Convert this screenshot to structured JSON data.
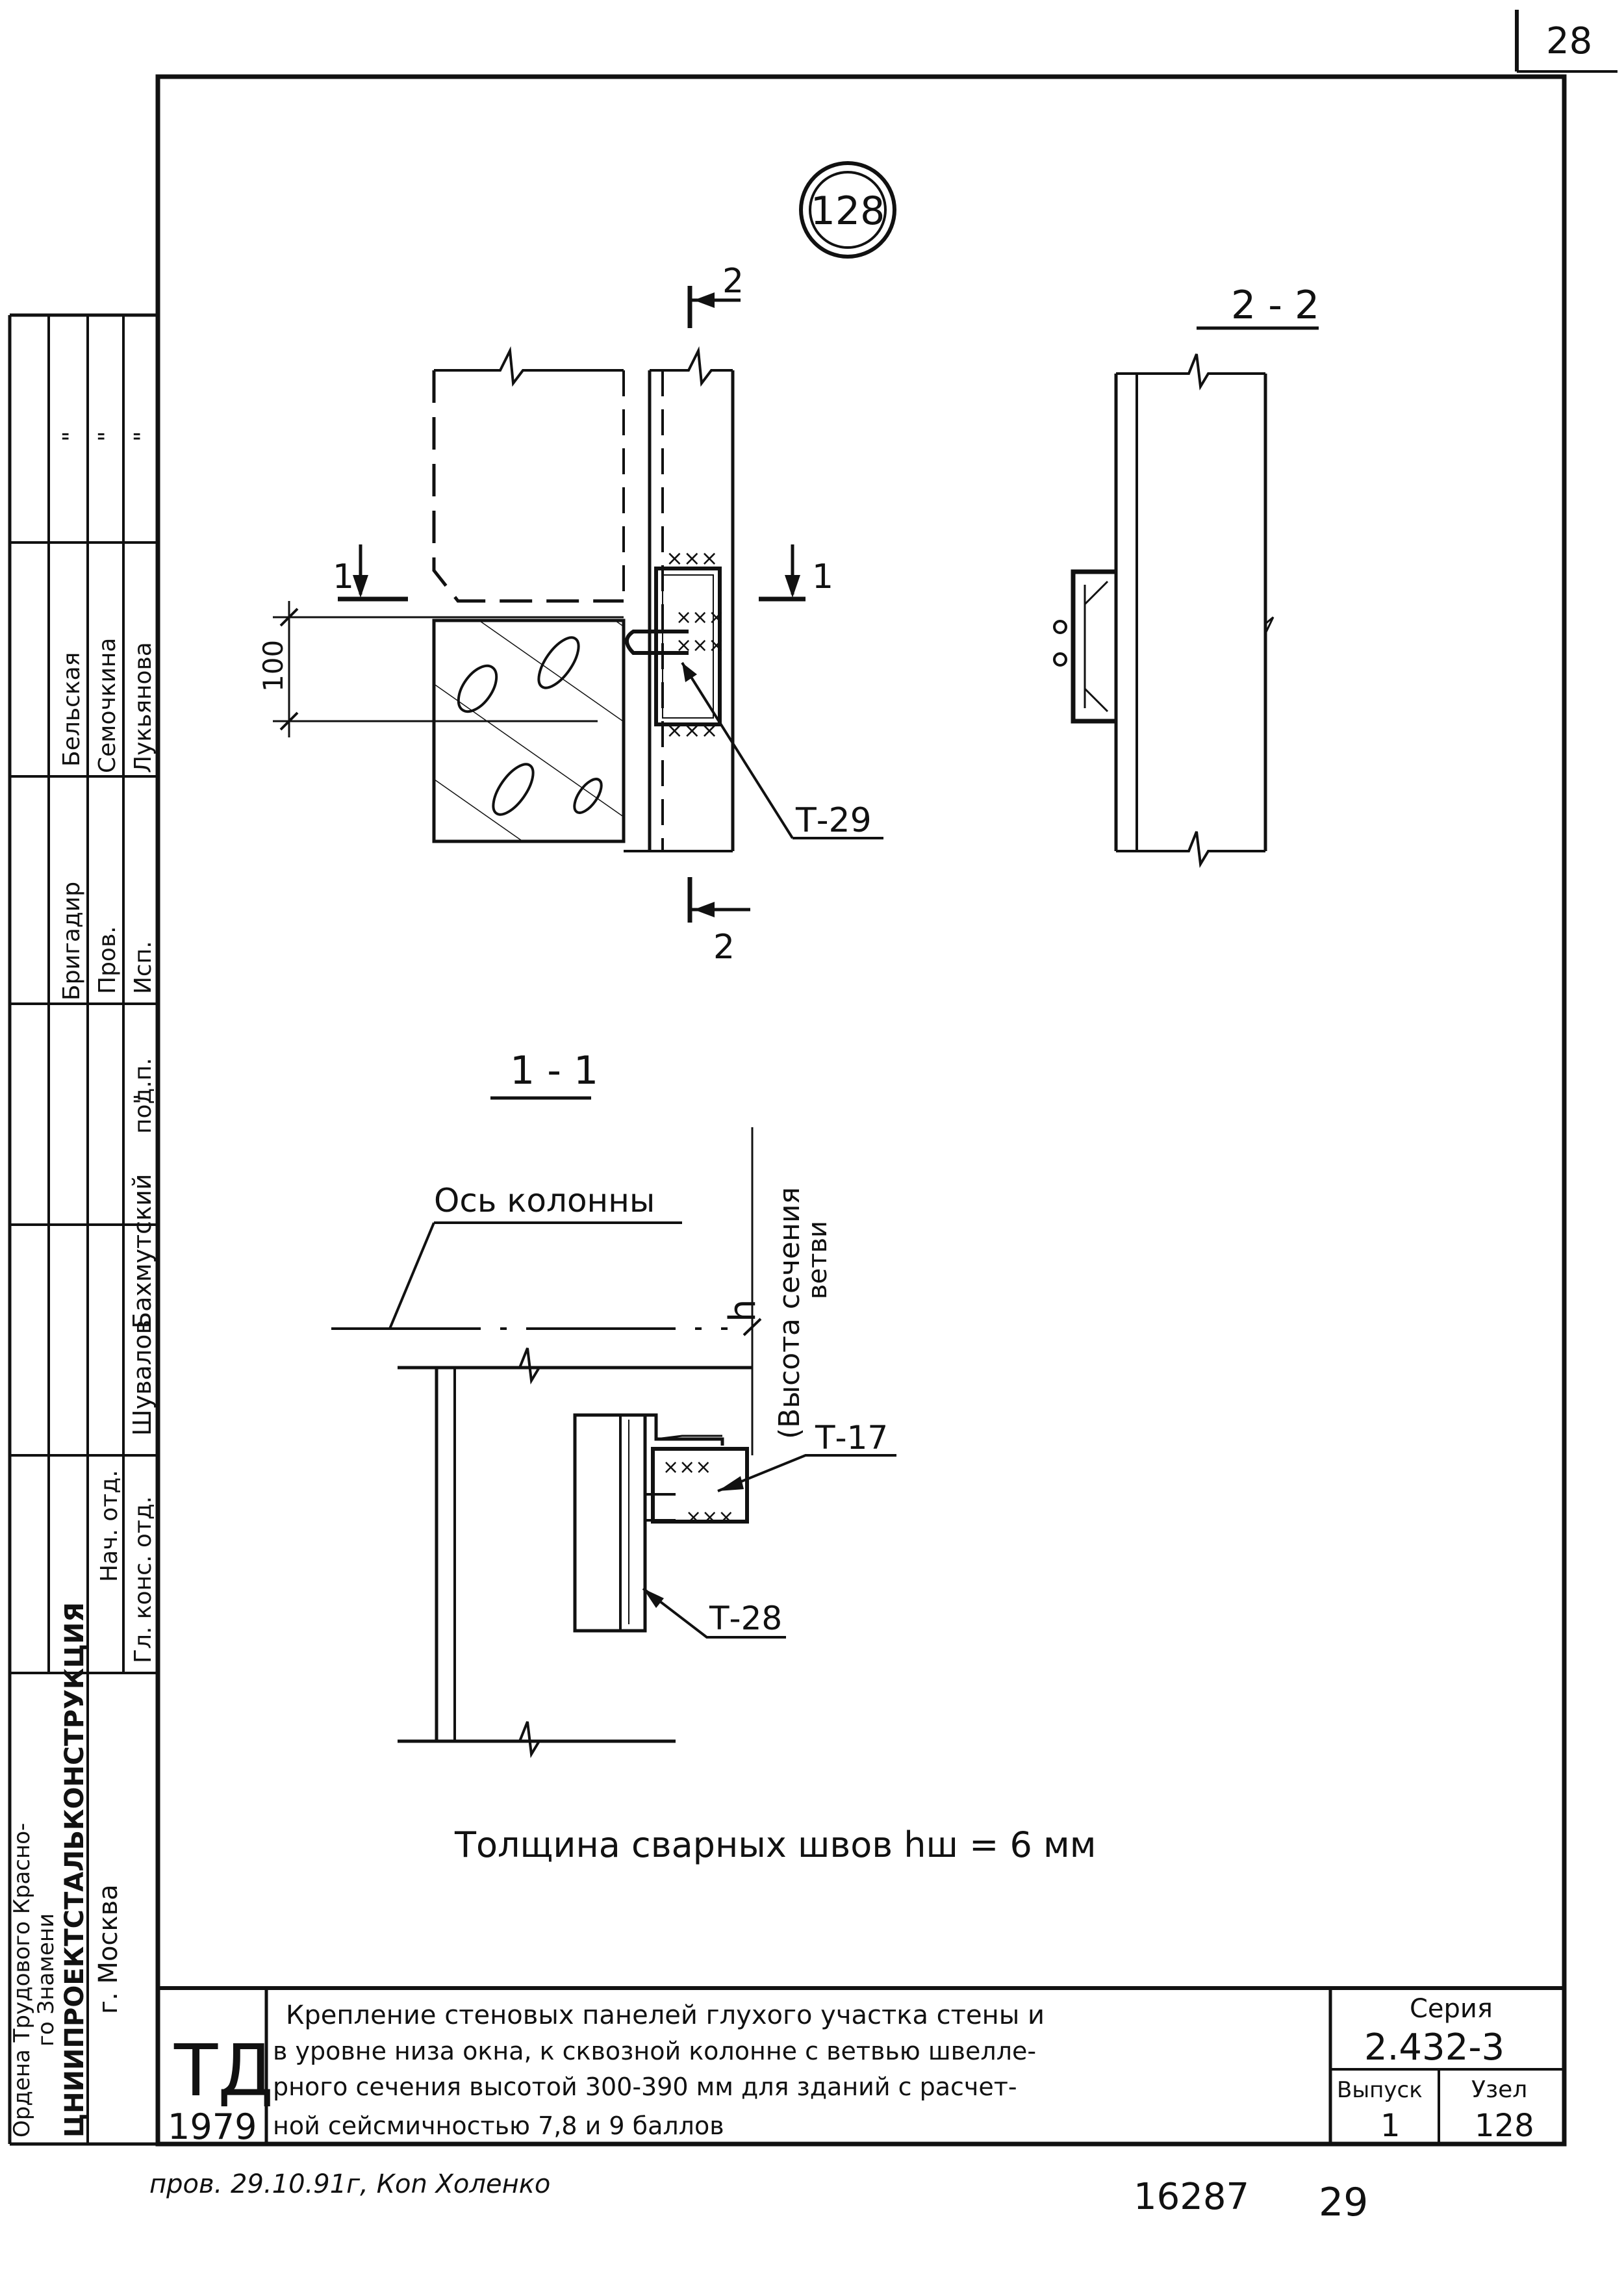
{
  "sheet": {
    "page_number": "28",
    "node_circle": "128",
    "footer_note": "пров. 29.10.91г, Коn Холенко",
    "footer_num1": "16287",
    "footer_num2": "29"
  },
  "view_main": {
    "cut2_top": "2",
    "cut2_bottom": "2",
    "cut1_left": "1",
    "cut1_right": "1",
    "dim_100": "100",
    "weld_marks": "×××",
    "callout_t29": "Т-29"
  },
  "view_22": {
    "title": "2 - 2"
  },
  "view_11": {
    "title": "1 - 1",
    "axis_label": "Ось колонны",
    "h_label": "h",
    "h_desc_1": "(Высота сечения",
    "h_desc_2": "ветви",
    "callout_t17": "Т-17",
    "callout_t28": "Т-28"
  },
  "weld_note": "Толщина сварных швов hш = 6 мм",
  "sidebar": {
    "org_line1": "Ордена Трудового Красно-",
    "org_line2": "го Знамени",
    "org_line3": "ЦНИИПРОЕКТСТАЛЬКОНСТРУКЦИЯ",
    "org_line4": "г. Москва",
    "roles": [
      {
        "role": "Нач. отд.",
        "name": "",
        "sign": ""
      },
      {
        "role": "Гл. конс. отд.",
        "name": "Шувалов",
        "sign": ""
      },
      {
        "role": "",
        "name": "Бахмутский",
        "sign": ""
      },
      {
        "role": "под.п.",
        "name": "\"",
        "sign": ""
      },
      {
        "role": "Бригадир",
        "name": "Бельская",
        "sign": "\""
      },
      {
        "role": "Пров.",
        "name": "Семочкина",
        "sign": "\""
      },
      {
        "role": "Исп.",
        "name": "Лукьянова",
        "sign": "\""
      }
    ]
  },
  "title_block": {
    "td": "ТД",
    "year": "1979",
    "description_lines": [
      "Крепление стеновых панелей глухого участка стены и",
      "в уровне низа окна, к сквозной колонне с ветвью швелле-",
      "рного сечения высотой 300-390 мм для зданий с расчет-",
      "ной сейсмичностью 7,8 и 9 баллов"
    ],
    "series_label": "Серия",
    "series_value": "2.432-3",
    "issue_label": "Выпуск",
    "issue_value": "1",
    "node_label": "Узел",
    "node_value": "128"
  }
}
